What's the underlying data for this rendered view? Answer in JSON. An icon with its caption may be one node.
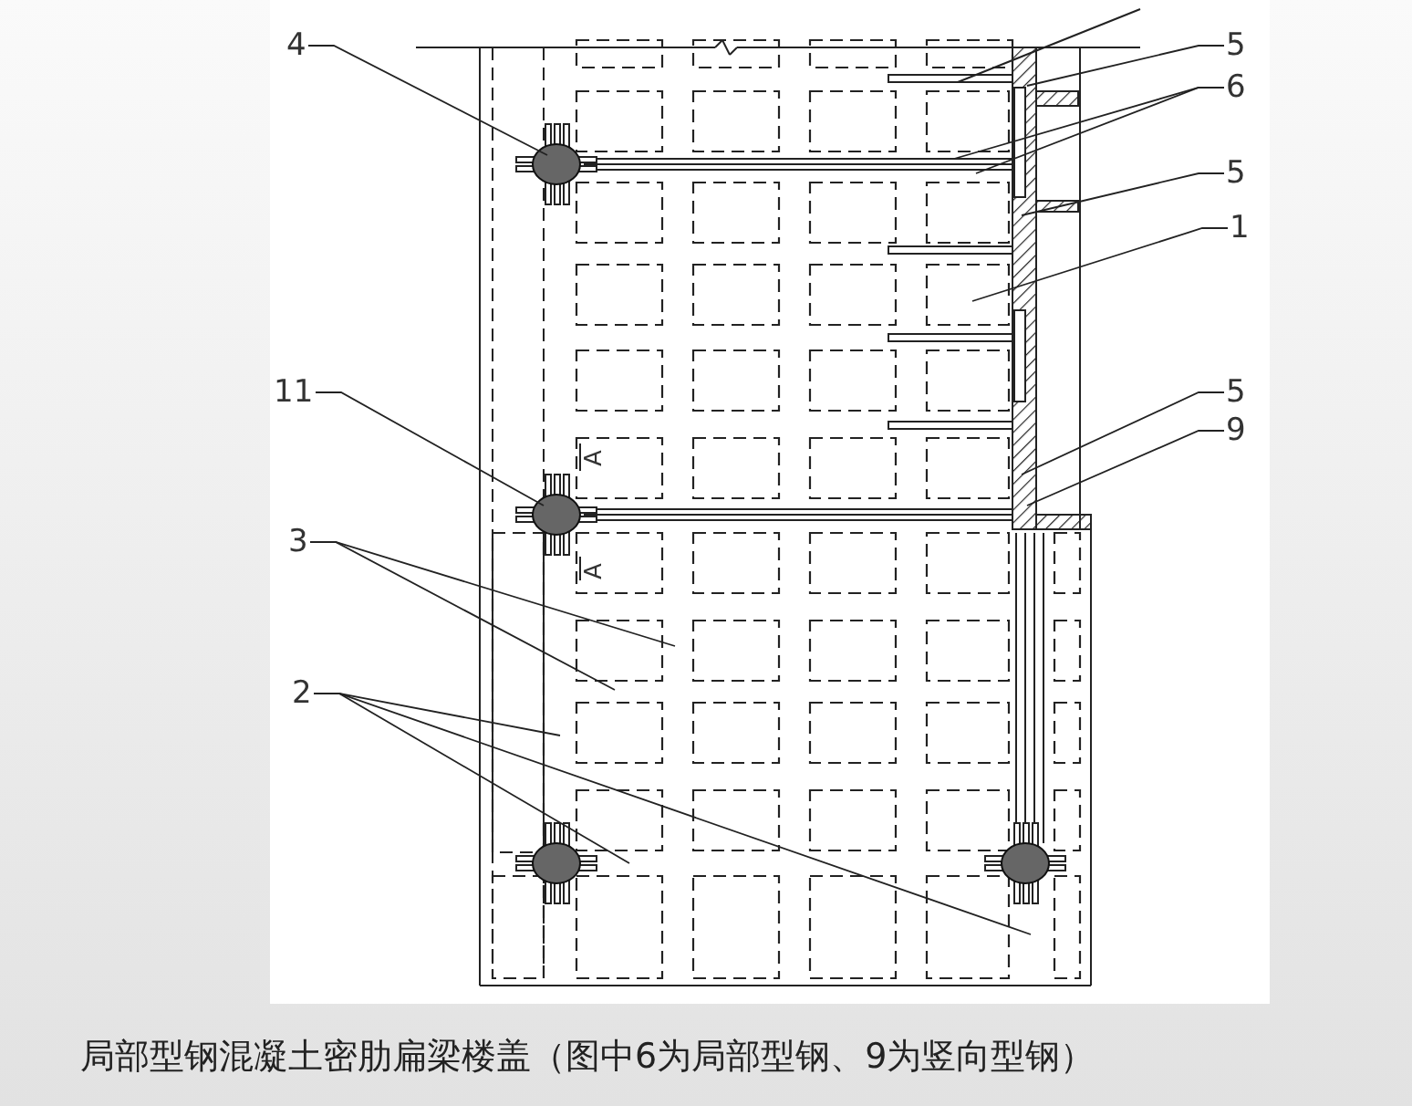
{
  "diagram": {
    "caption": "局部型钢混凝土密肋扁梁楼盖（图中6为局部型钢、9为竖向型钢）",
    "nodes": [
      {
        "text": [
          "4"
        ]
      },
      {
        "text": [
          "5"
        ]
      },
      {
        "text": [
          "6"
        ]
      },
      {
        "text": [
          "5"
        ]
      },
      {
        "text": [
          "1"
        ]
      },
      {
        "text": [
          "11"
        ]
      },
      {
        "text": [
          "5"
        ]
      },
      {
        "text": [
          "9"
        ]
      },
      {
        "text": [
          "3"
        ]
      },
      {
        "text": [
          "2"
        ]
      }
    ],
    "edges": [
      {
        "from": 0,
        "to": null,
        "arrow": "none"
      },
      {
        "from": 1,
        "to": null,
        "arrow": "none"
      },
      {
        "from": 2,
        "to": null,
        "arrow": "none"
      },
      {
        "from": 2,
        "to": null,
        "arrow": "none"
      },
      {
        "from": 3,
        "to": null,
        "arrow": "none"
      },
      {
        "from": 4,
        "to": null,
        "arrow": "none"
      },
      {
        "from": 5,
        "to": null,
        "arrow": "none"
      },
      {
        "from": 6,
        "to": null,
        "arrow": "none"
      },
      {
        "from": 7,
        "to": null,
        "arrow": "none"
      },
      {
        "from": 8,
        "to": null,
        "arrow": "none"
      },
      {
        "from": 8,
        "to": null,
        "arrow": "none"
      },
      {
        "from": 9,
        "to": null,
        "arrow": "none"
      },
      {
        "from": 9,
        "to": null,
        "arrow": "none"
      },
      {
        "from": 9,
        "to": null,
        "arrow": "none"
      }
    ],
    "labels": [
      "A",
      "A"
    ]
  }
}
